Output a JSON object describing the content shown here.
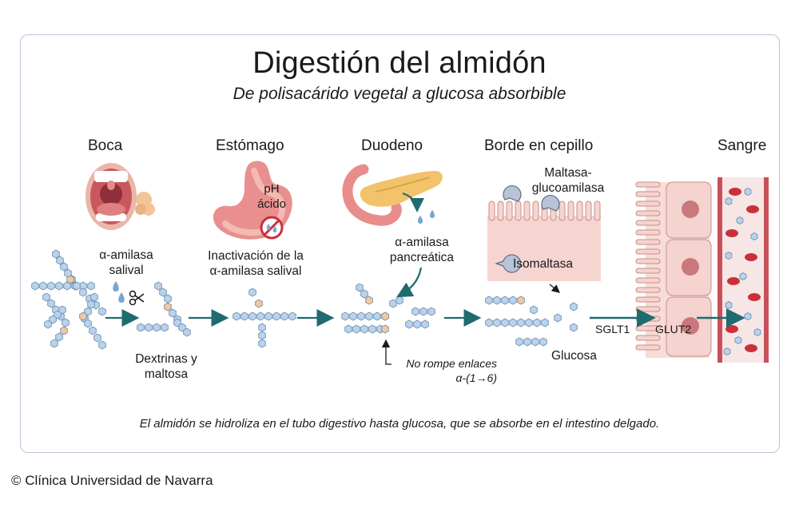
{
  "title": "Digestión del almidón",
  "subtitle": "De polisacárido vegetal a glucosa absorbible",
  "stages": {
    "mouth": "Boca",
    "stomach": "Estómago",
    "duodenum": "Duodeno",
    "brush_border": "Borde en cepillo",
    "blood": "Sangre"
  },
  "labels": {
    "salivary_amylase": "α-amilasa\nsalival",
    "dextrins": "Dextrinas y\nmaltosa",
    "inactivation": "Inactivación de la\nα-amilasa salival",
    "ph_acid": "pH\nácido",
    "pancreatic_amylase": "α-amilasa\npancreática",
    "no_break": "No rompe enlaces\nα-(1→6)",
    "maltase": "Maltasa-\nglucoamilasa",
    "isomaltase": "Isomaltasa",
    "glucose": "Glucosa",
    "sglt1": "SGLT1",
    "glut2": "GLUT2"
  },
  "caption": "El almidón se hidroliza en el tubo digestivo hasta glucosa, que se absorbe en el intestino delgado.",
  "copyright": "© Clínica Universidad de Navarra",
  "colors": {
    "glucose_unit": "#b9d3ec",
    "branch_unit": "#f5c79a",
    "arrow": "#1f6b6f",
    "frame": "#b9c6d6",
    "tissue": "#f3c9c4",
    "blood": "#c7313a"
  }
}
